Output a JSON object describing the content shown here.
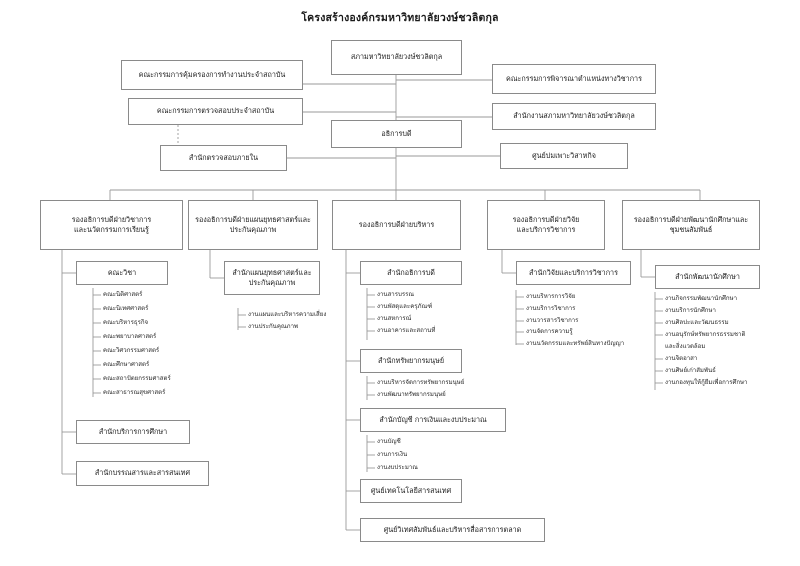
{
  "title": "โครงสร้างองค์กรมหาวิทยาลัยวงษ์ชวลิตกุล",
  "colors": {
    "box_border": "#8a8a8a",
    "connector": "#9a9a9a",
    "text": "#222222",
    "background": "#ffffff"
  },
  "chart_data": {
    "type": "diagram",
    "diagram_type": "organization-chart",
    "orientation": "top-down",
    "title": "โครงสร้างองค์กรมหาวิทยาลัยวงษ์ชวลิตกุล"
  },
  "nodes": {
    "council": {
      "line1": "สภามหาวิทยาลัยวงษ์ชวลิตกุล"
    },
    "committee_protection": {
      "line1": "คณะกรรมการคุ้มครองการทำงานประจำสถาบัน"
    },
    "committee_academic_position": {
      "line1": "คณะกรรมการพิจารณาตำแหน่งทางวิชาการ"
    },
    "committee_audit": {
      "line1": "คณะกรรมการตรวจสอบประจำสถาบัน"
    },
    "council_office": {
      "line1": "สำนักงานสภามหาวิทยาลัยวงษ์ชวลิตกุล"
    },
    "president": {
      "line1": "อธิการบดี"
    },
    "internal_audit_office": {
      "line1": "สำนักตรวจสอบภายใน"
    },
    "incubation_center": {
      "line1": "ศูนย์บ่มเพาะวิสาหกิจ"
    },
    "vp_academic": {
      "line1": "รองอธิการบดีฝ่ายวิชาการ",
      "line2": "และนวัตกรรมการเรียนรู้"
    },
    "vp_strategy": {
      "line1": "รองอธิการบดีฝ่ายแผนยุทธศาสตร์และ",
      "line2": "ประกันคุณภาพ"
    },
    "vp_administration": {
      "line1": "รองอธิการบดีฝ่ายบริหาร"
    },
    "vp_research": {
      "line1": "รองอธิการบดีฝ่ายวิจัย",
      "line2": "และบริการวิชาการ"
    },
    "vp_student": {
      "line1": "รองอธิการบดีฝ่ายพัฒนานักศึกษาและ",
      "line2": "ชุมชนสัมพันธ์"
    },
    "faculties": {
      "line1": "คณะวิชา"
    },
    "edu_service_office": {
      "line1": "สำนักบริการการศึกษา"
    },
    "library_office": {
      "line1": "สำนักบรรณสารและสารสนเทศ"
    },
    "strategy_office": {
      "line1": "สำนักแผนยุทธศาสตร์และ",
      "line2": "ประกันคุณภาพ"
    },
    "president_office": {
      "line1": "สำนักอธิการบดี"
    },
    "hr_office": {
      "line1": "สำนักทรัพยากรมนุษย์"
    },
    "finance_office": {
      "line1": "สำนักบัญชี การเงินและงบประมาณ"
    },
    "it_center": {
      "line1": "ศูนย์เทคโนโลยีสารสนเทศ"
    },
    "comm_center": {
      "line1": "ศูนย์วิเทศสัมพันธ์และบริหารสื่อสารการตลาด"
    },
    "research_office": {
      "line1": "สำนักวิจัยและบริการวิชาการ"
    },
    "student_dev_office": {
      "line1": "สำนักพัฒนานักศึกษา"
    }
  },
  "leaves": {
    "faculty_list": [
      "คณะนิติศาสตร์",
      "คณะนิเทศศาสตร์",
      "คณะบริหารธุรกิจ",
      "คณะพยาบาลศาสตร์",
      "คณะวิศวกรรมศาสตร์",
      "คณะศึกษาศาสตร์",
      "คณะสถาปัตยกรรมศาสตร์",
      "คณะสาธารณสุขศาสตร์"
    ],
    "strategy_list": [
      "งานแผนและบริหารความเสี่ยง",
      "งานประกันคุณภาพ"
    ],
    "president_office_list": [
      "งานสารบรรณ",
      "งานพัสดุและครุภัณฑ์",
      "งานสหการณ์",
      "งานอาคารและสถานที่"
    ],
    "hr_list": [
      "งานบริหารจัดการทรัพยากรมนุษย์",
      "งานพัฒนาทรัพยากรมนุษย์"
    ],
    "finance_list": [
      "งานบัญชี",
      "งานการเงิน",
      "งานงบประมาณ"
    ],
    "research_list": [
      "งานบริหารการวิจัย",
      "งานบริการวิชาการ",
      "งานวารสารวิชาการ",
      "งานจัดการความรู้",
      "งานนวัตกรรมและทรัพย์สินทางปัญญา"
    ],
    "student_list": [
      "งานกิจกรรมพัฒนานักศึกษา",
      "งานบริการนักศึกษา",
      "งานศิลปะและวัฒนธรรม",
      "งานอนุรักษ์ทรัพยากรธรรมชาติ",
      "และสิ่งแวดล้อม",
      "งานจิตอาสา",
      "งานศิษย์เก่าสัมพันธ์",
      "งานกองทุนให้กู้ยืมเพื่อการศึกษา"
    ]
  }
}
